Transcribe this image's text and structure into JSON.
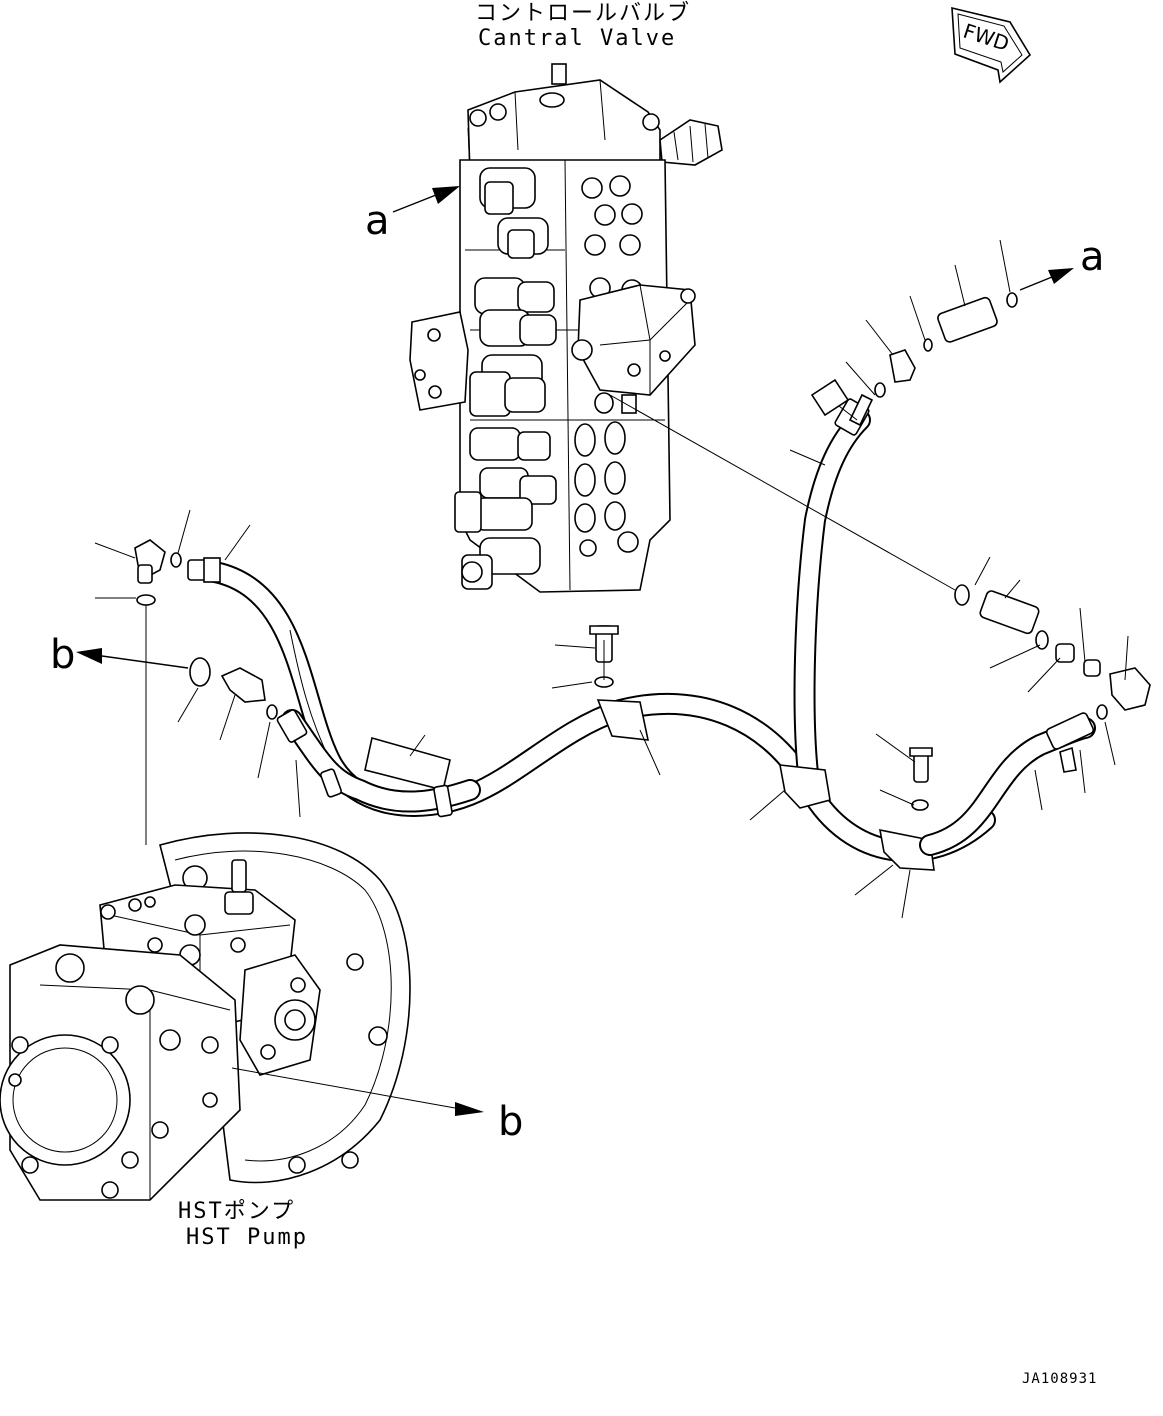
{
  "labels": {
    "control_valve_jp": "コントロールバルブ",
    "control_valve_en": "Cantral Valve",
    "hst_pump_jp": "HSTポンプ",
    "hst_pump_en": "HST Pump",
    "fwd": "FWD",
    "drawing_code": "JA108931"
  },
  "references": {
    "a_valve": "a",
    "a_pipe": "a",
    "b_left": "b",
    "b_pump": "b"
  }
}
